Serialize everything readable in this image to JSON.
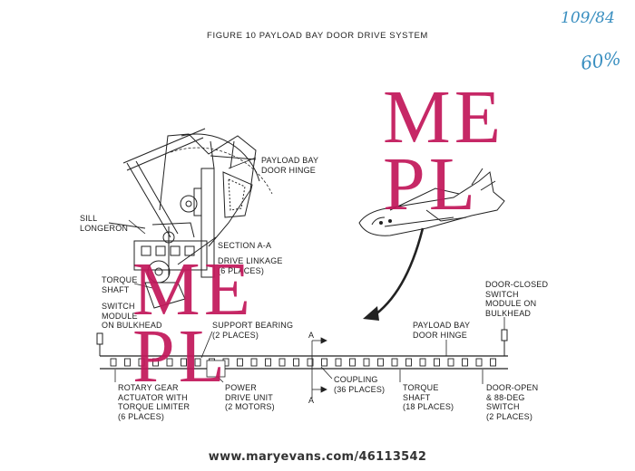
{
  "figure_title": "FIGURE 10 PAYLOAD BAY DOOR DRIVE SYSTEM",
  "handwritten": {
    "ref": "109/84",
    "percent": "60%"
  },
  "labels": {
    "hinge_top": "PAYLOAD BAY\nDOOR HINGE",
    "sill": "SILL\nLONGERON",
    "section": "SECTION A-A",
    "drive_linkage": "DRIVE LINKAGE\n(6 PLACES)",
    "torque_shaft_left": "TORQUE\nSHAFT",
    "switch_left": "SWITCH\nMODULE\nON BULKHEAD",
    "support_bearing": "SUPPORT BEARING\n(2 PLACES)",
    "hinge_mid": "PAYLOAD BAY\nDOOR HINGE",
    "door_closed": "DOOR-CLOSED\nSWITCH\nMODULE ON\nBULKHEAD",
    "coupling": "COUPLING\n(36 PLACES)",
    "section_mark": "A",
    "rotary_gear": "ROTARY GEAR\nACTUATOR WITH\nTORQUE LIMITER\n(6 PLACES)",
    "pdu": "POWER\nDRIVE UNIT\n(2 MOTORS)",
    "torque_shaft_bottom": "TORQUE\nSHAFT\n(18 PLACES)",
    "door_open": "DOOR-OPEN\n& 88-DEG\nSWITCH\n(2 PLACES)"
  },
  "watermark": {
    "line1": "ME",
    "line2": "PL"
  },
  "credit": "www.maryevans.com/46113542",
  "colors": {
    "watermark": "#c2185b",
    "handwriting": "#3a8fc0",
    "ink": "#1c1c1c"
  }
}
